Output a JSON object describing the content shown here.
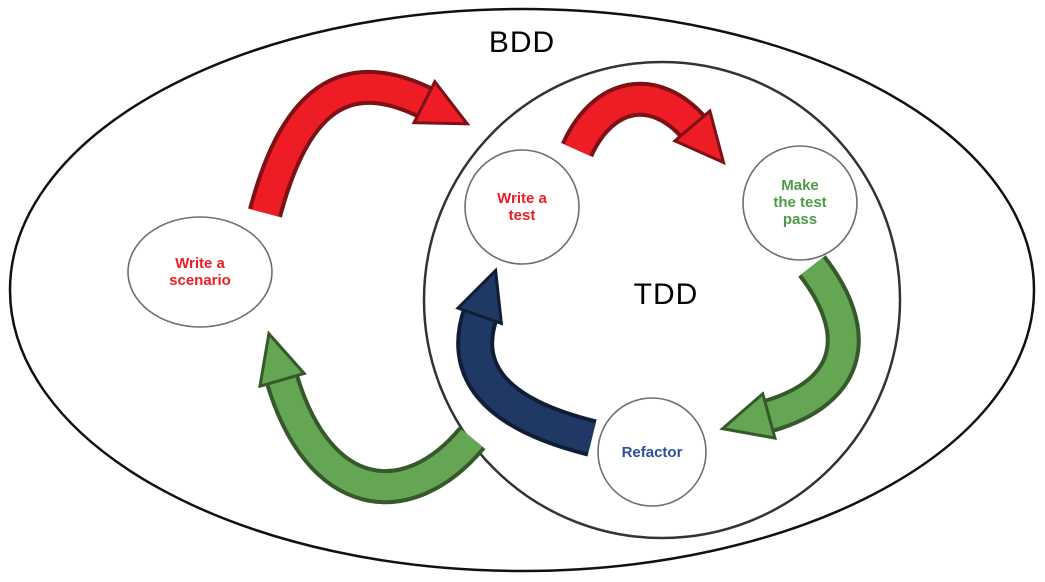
{
  "diagram": {
    "outer_label": "BDD",
    "inner_label": "TDD",
    "nodes": [
      {
        "id": "write-scenario",
        "label": "Write a\nscenario",
        "color": "#ee1c25"
      },
      {
        "id": "write-test",
        "label": "Write a\ntest",
        "color": "#ee1c25"
      },
      {
        "id": "make-test-pass",
        "label": "Make\nthe test\npass",
        "color": "#4e9a47"
      },
      {
        "id": "refactor",
        "label": "Refactor",
        "color": "#2e4f9e"
      }
    ],
    "arrows": [
      {
        "id": "scenario-to-write-test",
        "color": "#ee1c25",
        "outline": "#7c1116"
      },
      {
        "id": "write-test-to-make-pass",
        "color": "#ee1c25",
        "outline": "#7c1116"
      },
      {
        "id": "make-pass-to-refactor",
        "color": "#64a653",
        "outline": "#35592a"
      },
      {
        "id": "refactor-to-write-test",
        "color": "#203864",
        "outline": "#101d36"
      },
      {
        "id": "refactor-to-scenario",
        "color": "#64a653",
        "outline": "#35592a"
      }
    ],
    "stroke": {
      "outer": "#111111",
      "tdd": "#333333",
      "node": "#6f6f6f"
    }
  }
}
